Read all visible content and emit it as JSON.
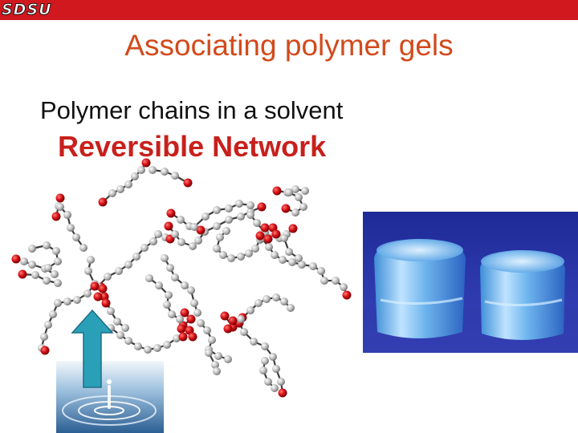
{
  "header": {
    "logo_text": "SDSU",
    "bar_color": "#d0181e"
  },
  "slide": {
    "title": "Associating polymer gels",
    "subtitle": "Polymer chains in a solvent",
    "emphasis": "Reversible Network",
    "title_color": "#d24a1c",
    "emphasis_color": "#c8201c"
  },
  "images": {
    "network": "polymer-network-diagram",
    "gel_photo": "two-clear-gel-cylinders",
    "water": "water-droplet-splash"
  },
  "arrow": {
    "color": "#2aa0b8",
    "direction": "up"
  }
}
